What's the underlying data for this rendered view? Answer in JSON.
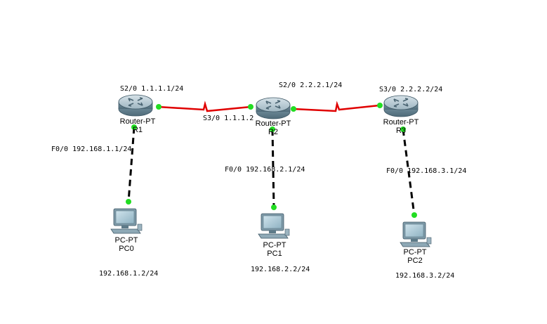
{
  "routers": {
    "r1": {
      "type": "Router-PT",
      "name": "R1"
    },
    "r2": {
      "type": "Router-PT",
      "name": "R2"
    },
    "r3": {
      "type": "Router-PT",
      "name": "R3"
    }
  },
  "pcs": {
    "pc0": {
      "type": "PC-PT",
      "name": "PC0",
      "ip": "192.168.1.2/24"
    },
    "pc1": {
      "type": "PC-PT",
      "name": "PC1",
      "ip": "192.168.2.2/24"
    },
    "pc2": {
      "type": "PC-PT",
      "name": "PC2",
      "ip": "192.168.3.2/24"
    }
  },
  "interfaces": {
    "r1_s20": "S2/0 1.1.1.1/24",
    "r2_s30": "S3/0 1.1.1.2",
    "r2_s20": "S2/0 2.2.2.1/24",
    "r3_s30": "S3/0 2.2.2.2/24",
    "r1_f00": "F0/0 192.168.1.1/24",
    "r2_f00": "F0/0 192.168.2.1/24",
    "r3_f00": "F0/0 192.168.3.1/24"
  },
  "colors": {
    "serial_link": "#e00000",
    "ethernet_link": "#000000",
    "port_up": "#22dd22",
    "router_body": "#6f8d9b",
    "router_top": "#b9cbd4",
    "pc_body": "#7e9aa8"
  }
}
